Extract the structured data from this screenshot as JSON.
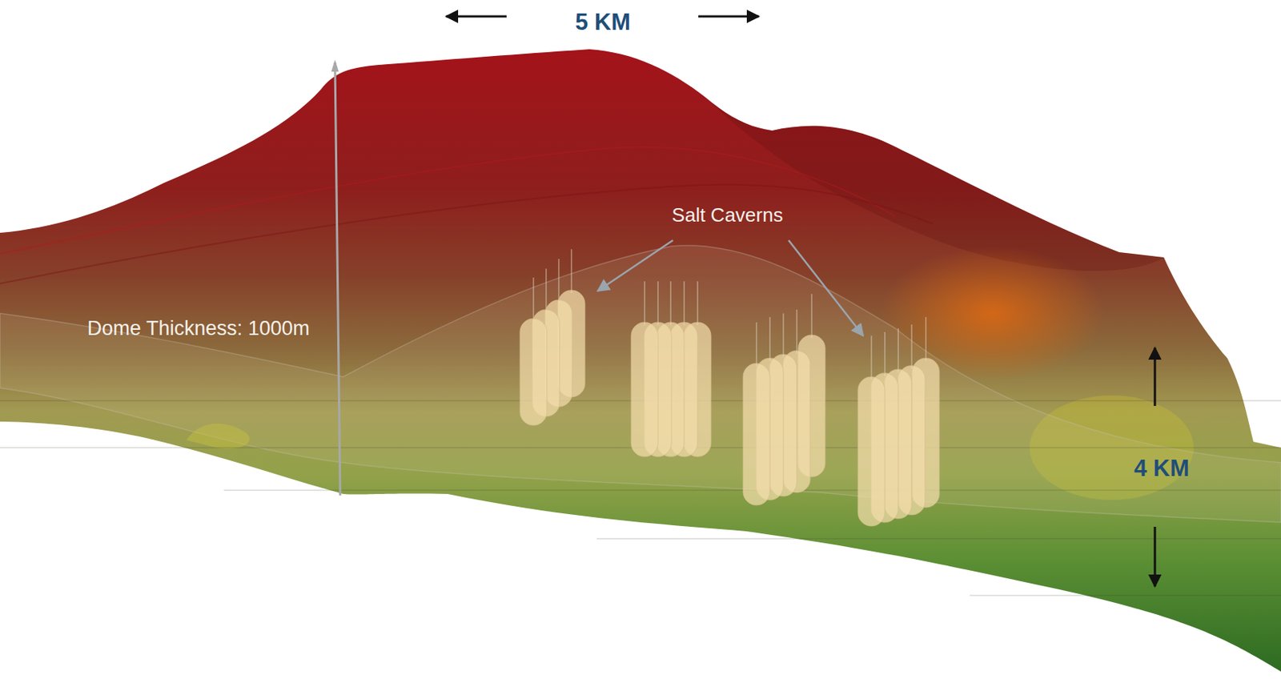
{
  "diagram": {
    "labels": [
      "5 KM",
      "Salt Caverns",
      "Dome Thickness: 1000m",
      "4 KM"
    ]
  }
}
